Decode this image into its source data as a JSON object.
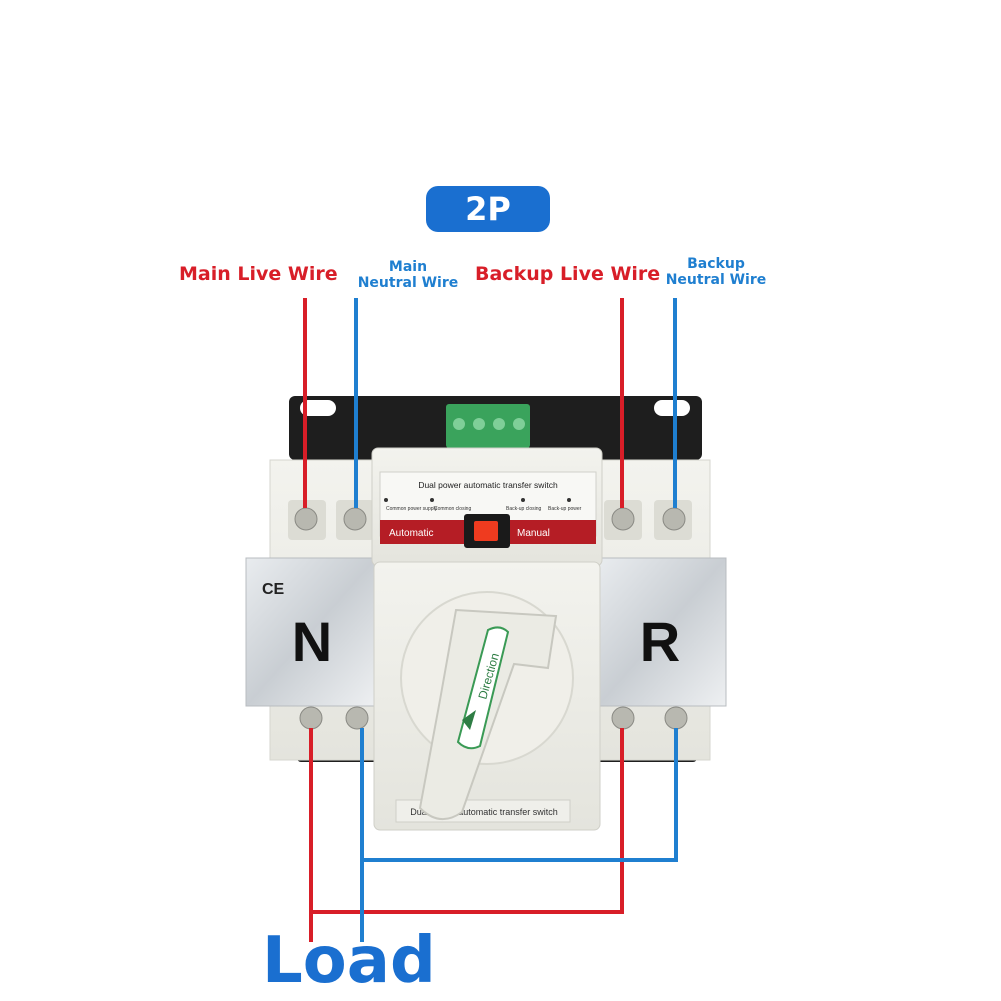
{
  "badge": {
    "text": "2P"
  },
  "labels": {
    "main_live": "Main Live Wire",
    "main_neutral_line1": "Main",
    "main_neutral_line2": "Neutral Wire",
    "backup_live": "Backup Live Wire",
    "backup_neutral_line1": "Backup",
    "backup_neutral_line2": "Neutral Wire",
    "load": "Load"
  },
  "device": {
    "title": "Dual power automatic transfer switch",
    "indicators": [
      "Common power supply",
      "Common closing",
      "Back-up closing",
      "Back-up power"
    ],
    "mode_left": "Automatic",
    "mode_right": "Manual",
    "left_letter": "N",
    "right_letter": "R",
    "ce_mark": "CE",
    "handle_text": "Direction",
    "bottom_label": "Dual power automatic transfer switch"
  },
  "colors": {
    "live": "#d81e28",
    "neutral": "#1f7fd0",
    "badge": "#1a6fd0"
  }
}
